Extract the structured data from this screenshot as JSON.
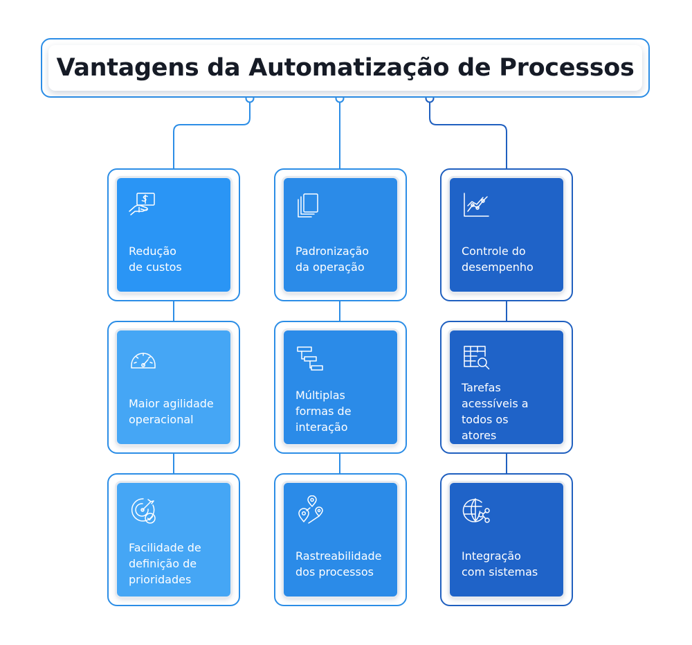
{
  "title": "Vantagens da Automatização de Processos",
  "colors": {
    "connector_light": "#2b8de6",
    "connector_dark": "#1f5fbf",
    "column_1_fill": [
      "#2a95f5",
      "#45a6f5",
      "#45a6f5"
    ],
    "column_2_fill": "#2b8be8",
    "column_3_fill": "#1f63c8",
    "text_on_card": "#ffffff",
    "title_text": "#161b26"
  },
  "columns": [
    {
      "cards": [
        {
          "label": "Redução\nde custos",
          "icon": "money-hand-icon"
        },
        {
          "label": "Maior agilidade\noperacional",
          "icon": "speedometer-icon"
        },
        {
          "label": "Facilidade de\ndefinição de\nprioridades",
          "icon": "target-check-icon"
        }
      ]
    },
    {
      "cards": [
        {
          "label": "Padronização\nda operação",
          "icon": "stacked-documents-icon"
        },
        {
          "label": "Múltiplas\nformas de\ninteração",
          "icon": "flow-steps-icon"
        },
        {
          "label": "Rastreabilidade\ndos processos",
          "icon": "map-pins-icon"
        }
      ]
    },
    {
      "cards": [
        {
          "label": "Controle do\ndesempenho",
          "icon": "line-chart-icon"
        },
        {
          "label": "Tarefas\nacessíveis a\ntodos os\natores",
          "icon": "table-search-icon"
        },
        {
          "label": "Integração\ncom sistemas",
          "icon": "globe-share-icon"
        }
      ]
    }
  ]
}
